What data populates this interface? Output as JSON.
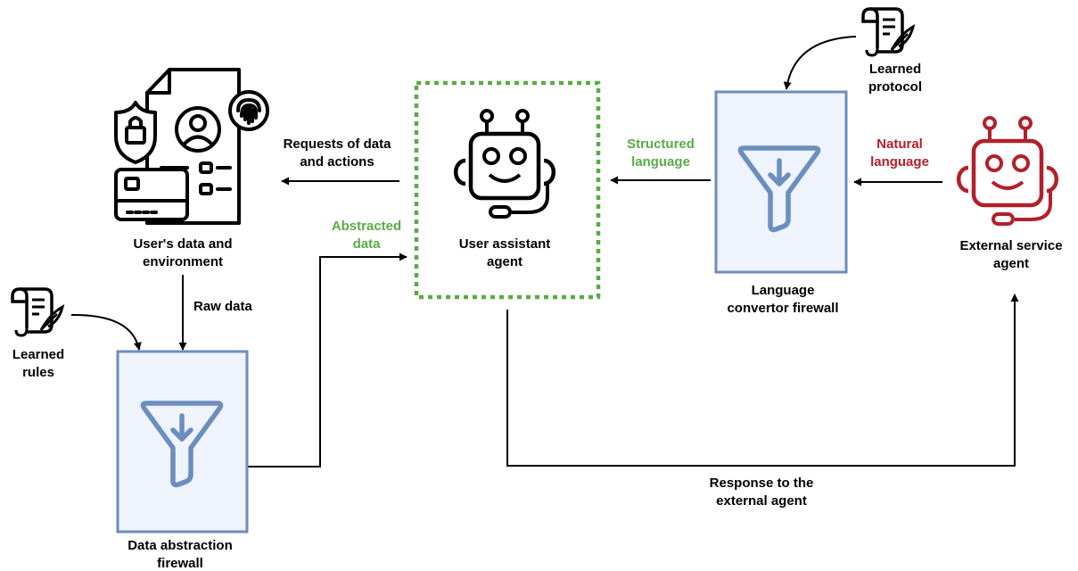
{
  "nodes": {
    "user_data": {
      "line1": "User's data and",
      "line2": "environment"
    },
    "user_agent": {
      "line1": "User assistant",
      "line2": "agent"
    },
    "lang_firewall": {
      "line1": "Language",
      "line2": "convertor firewall"
    },
    "external_agent": {
      "line1": "External service",
      "line2": "agent"
    },
    "data_firewall": {
      "line1": "Data abstraction",
      "line2": "firewall"
    },
    "learned_protocol": {
      "line1": "Learned",
      "line2": "protocol"
    },
    "learned_rules": {
      "line1": "Learned",
      "line2": "rules"
    }
  },
  "edges": {
    "requests": {
      "line1": "Requests of data",
      "line2": "and actions"
    },
    "raw_data": {
      "line1": "Raw data"
    },
    "abstracted": {
      "line1": "Abstracted",
      "line2": "data"
    },
    "structured": {
      "line1": "Structured",
      "line2": "language"
    },
    "natural": {
      "line1": "Natural",
      "line2": "language"
    },
    "response": {
      "line1": "Response to the",
      "line2": "external agent"
    }
  },
  "colors": {
    "firewall_fill": "#eef3fc",
    "firewall_border": "#6c8ebf",
    "funnel": "#6c8ebf",
    "highlight_green": "#5aab48",
    "external_red": "#b3202a"
  },
  "icons": {
    "user_data": "document-id-icon",
    "user_agent": "robot-icon",
    "external_agent": "robot-icon",
    "firewalls": "funnel-filter-icon",
    "learned": "scroll-feather-icon"
  }
}
